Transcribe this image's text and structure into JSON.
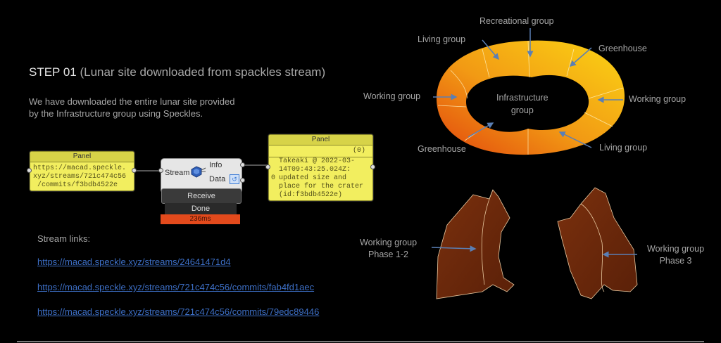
{
  "step": {
    "title_strong": "STEP 01",
    "title_rest": " (Lunar site downloaded from spackles stream)",
    "description_line1": "We have downloaded the entire lunar site provided",
    "description_line2": "by the Infrastructure group using Speckles."
  },
  "input_panel": {
    "header": "Panel",
    "lines": [
      "https://macad.speckle.",
      "xyz/streams/721c474c56",
      "/commits/f3bdb4522e"
    ]
  },
  "stream_component": {
    "input_label": "Stream",
    "output_info": "Info",
    "output_data": "Data",
    "icon": "speckle-receive-icon",
    "data_icon": "data-param-icon",
    "button_label": "Receive",
    "status": "Done",
    "timing": "236ms",
    "timing_color": "#e34a1c"
  },
  "output_panel": {
    "header": "Panel",
    "path": "(0)",
    "index": "0",
    "lines": [
      "Takeaki @ 2022-03-",
      "14T09:43:25.024Z:",
      "updated size and",
      "place for the crater",
      "(id:f3bdb4522e)"
    ]
  },
  "stream_links": {
    "label": "Stream links:",
    "links": [
      "https://macad.speckle.xyz/streams/24641471d4",
      "https://macad.speckle.xyz/streams/721c474c56/commits/fab4fd1aec",
      "https://macad.speckle.xyz/streams/721c474c56/commits/79edc89446"
    ],
    "link_color": "#3d6fc6"
  },
  "site_map": {
    "labels": {
      "recreational": "Recreational  group",
      "living_top": "Living group",
      "greenhouse_top": "Greenhouse",
      "working_left": "Working group",
      "infrastructure_line1": "Infrastructure",
      "infrastructure_line2": "group",
      "working_right": "Working group",
      "greenhouse_bottom": "Greenhouse",
      "living_bottom": "Living group"
    },
    "phase_labels": {
      "left_line1": "Working group",
      "left_line2": "Phase 1-2",
      "right_line1": "Working group",
      "right_line2": "Phase 3"
    },
    "colors": {
      "ring_yellow": "#f7c814",
      "ring_orange": "#e85a10",
      "crater": "#6b2a0c",
      "arrow": "#5a7fb5"
    }
  }
}
